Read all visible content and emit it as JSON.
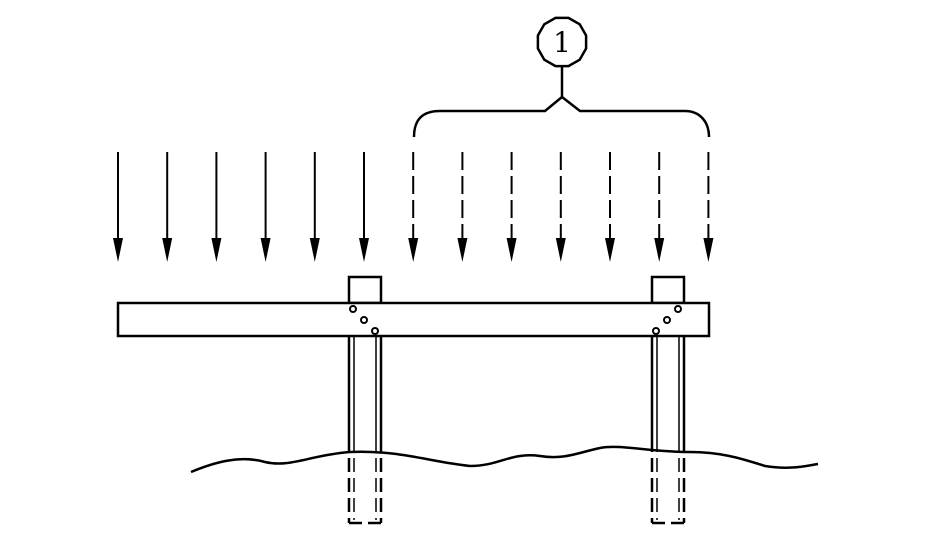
{
  "callout": {
    "label": "1"
  },
  "colors": {
    "ink": "#000000",
    "background": "#ffffff"
  },
  "diagram": {
    "solid_arrow_count": 6,
    "dashed_arrow_count": 7,
    "post_count": 2
  }
}
